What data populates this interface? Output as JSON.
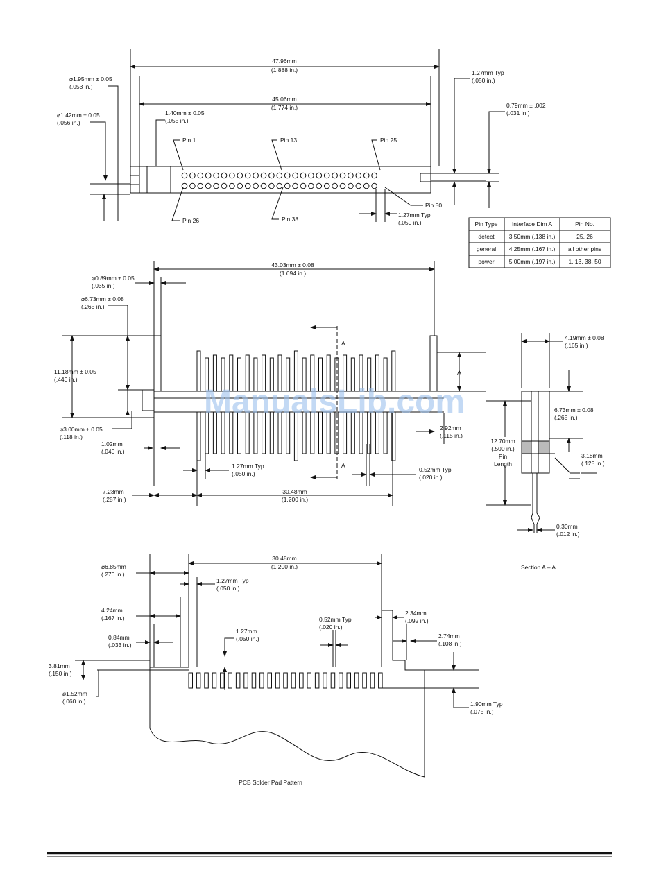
{
  "top": {
    "dim_overall": "47.96mm",
    "dim_overall_in": "(1.888 in.)",
    "dim_inner": "45.06mm",
    "dim_inner_in": "(1.774 in.)",
    "dim_d1": "⌀1.95mm ± 0.05",
    "dim_d1_in": "(.053 in.)",
    "dim_d2": "⌀1.42mm ± 0.05",
    "dim_d2_in": "(.056 in.)",
    "dim_d3": "1.40mm ± 0.05",
    "dim_d3_in": "(.055 in.)",
    "dim_typ_right": "1.27mm Typ",
    "dim_typ_right_in": "(.050 in.)",
    "dim_079": "0.79mm ± .002",
    "dim_079_in": "(.031 in.)",
    "pin1": "Pin 1",
    "pin13": "Pin 13",
    "pin25": "Pin 25",
    "pin26": "Pin 26",
    "pin38": "Pin 38",
    "pin50": "Pin 50",
    "dim_typ_bottom": "1.27mm Typ",
    "dim_typ_bottom_in": "(.050 in.)"
  },
  "pin_table": {
    "headers": [
      "Pin Type",
      "Interface Dim A",
      "Pin No."
    ],
    "rows": [
      [
        "detect",
        "3.50mm (.138 in.)",
        "25, 26"
      ],
      [
        "general",
        "4.25mm (.167 in.)",
        "all other pins"
      ],
      [
        "power",
        "5.00mm (.197 in.)",
        "1, 13, 38, 50"
      ]
    ]
  },
  "middle": {
    "dim_width": "43.03mm ± 0.08",
    "dim_width_in": "(1.694 in.)",
    "dim_a": "⌀0.89mm ± 0.05",
    "dim_a_in": "(.035 in.)",
    "dim_b": "⌀6.73mm ± 0.08",
    "dim_b_in": "(.265 in.)",
    "dim_c": "11.18mm ± 0.05",
    "dim_c_in": "(.440 in.)",
    "dim_d": "⌀3.00mm ± 0.05",
    "dim_d_in": "(.118 in.)",
    "dim_e": "1.02mm",
    "dim_e_in": "(.040 in.)",
    "dim_f": "7.23mm",
    "dim_f_in": "(.287 in.)",
    "dim_typ": "1.27mm Typ",
    "dim_typ_in": "(.050 in.)",
    "dim_pitch_span": "30.48mm",
    "dim_pitch_span_in": "(1.200 in.)",
    "dim_052": "0.52mm Typ",
    "dim_052_in": "(.020 in.)",
    "dim_292": "2.92mm",
    "dim_292_in": "(.115 in.)",
    "label_a": "A",
    "watermark": "ManualsLib.com"
  },
  "section": {
    "dim_419": "4.19mm ± 0.08",
    "dim_419_in": "(.165 in.)",
    "dim_673": "6.73mm ± 0.08",
    "dim_673_in": "(.265 in.)",
    "dim_1270": "12.70mm",
    "dim_1270_in": "(.500 in.)",
    "pin_length_1": "Pin",
    "pin_length_2": "Length",
    "dim_318": "3.18mm",
    "dim_318_in": "(.125 in.)",
    "dim_030": "0.30mm",
    "dim_030_in": "(.012 in.)",
    "caption": "Section A – A"
  },
  "pcb": {
    "dim_685": "⌀6.85mm",
    "dim_685_in": "(.270 in.)",
    "dim_3048": "30.48mm",
    "dim_3048_in": "(1.200 in.)",
    "dim_typ": "1.27mm Typ",
    "dim_typ_in": "(.050 in.)",
    "dim_424": "4.24mm",
    "dim_424_in": "(.167 in.)",
    "dim_052": "0.52mm Typ",
    "dim_052_in": "(.020 in.)",
    "dim_234": "2.34mm",
    "dim_234_in": "(.092 in.)",
    "dim_274": "2.74mm",
    "dim_274_in": "(.108 in.)",
    "dim_084": "0.84mm",
    "dim_084_in": "(.033 in.)",
    "dim_127": "1.27mm",
    "dim_127_in": "(.050 in.)",
    "dim_381": "3.81mm",
    "dim_381_in": "(.150 in.)",
    "dim_152": "⌀1.52mm",
    "dim_152_in": "(.060 in.)",
    "dim_190": "1.90mm Typ",
    "dim_190_in": "(.075 in.)",
    "caption": "PCB Solder Pad Pattern"
  }
}
